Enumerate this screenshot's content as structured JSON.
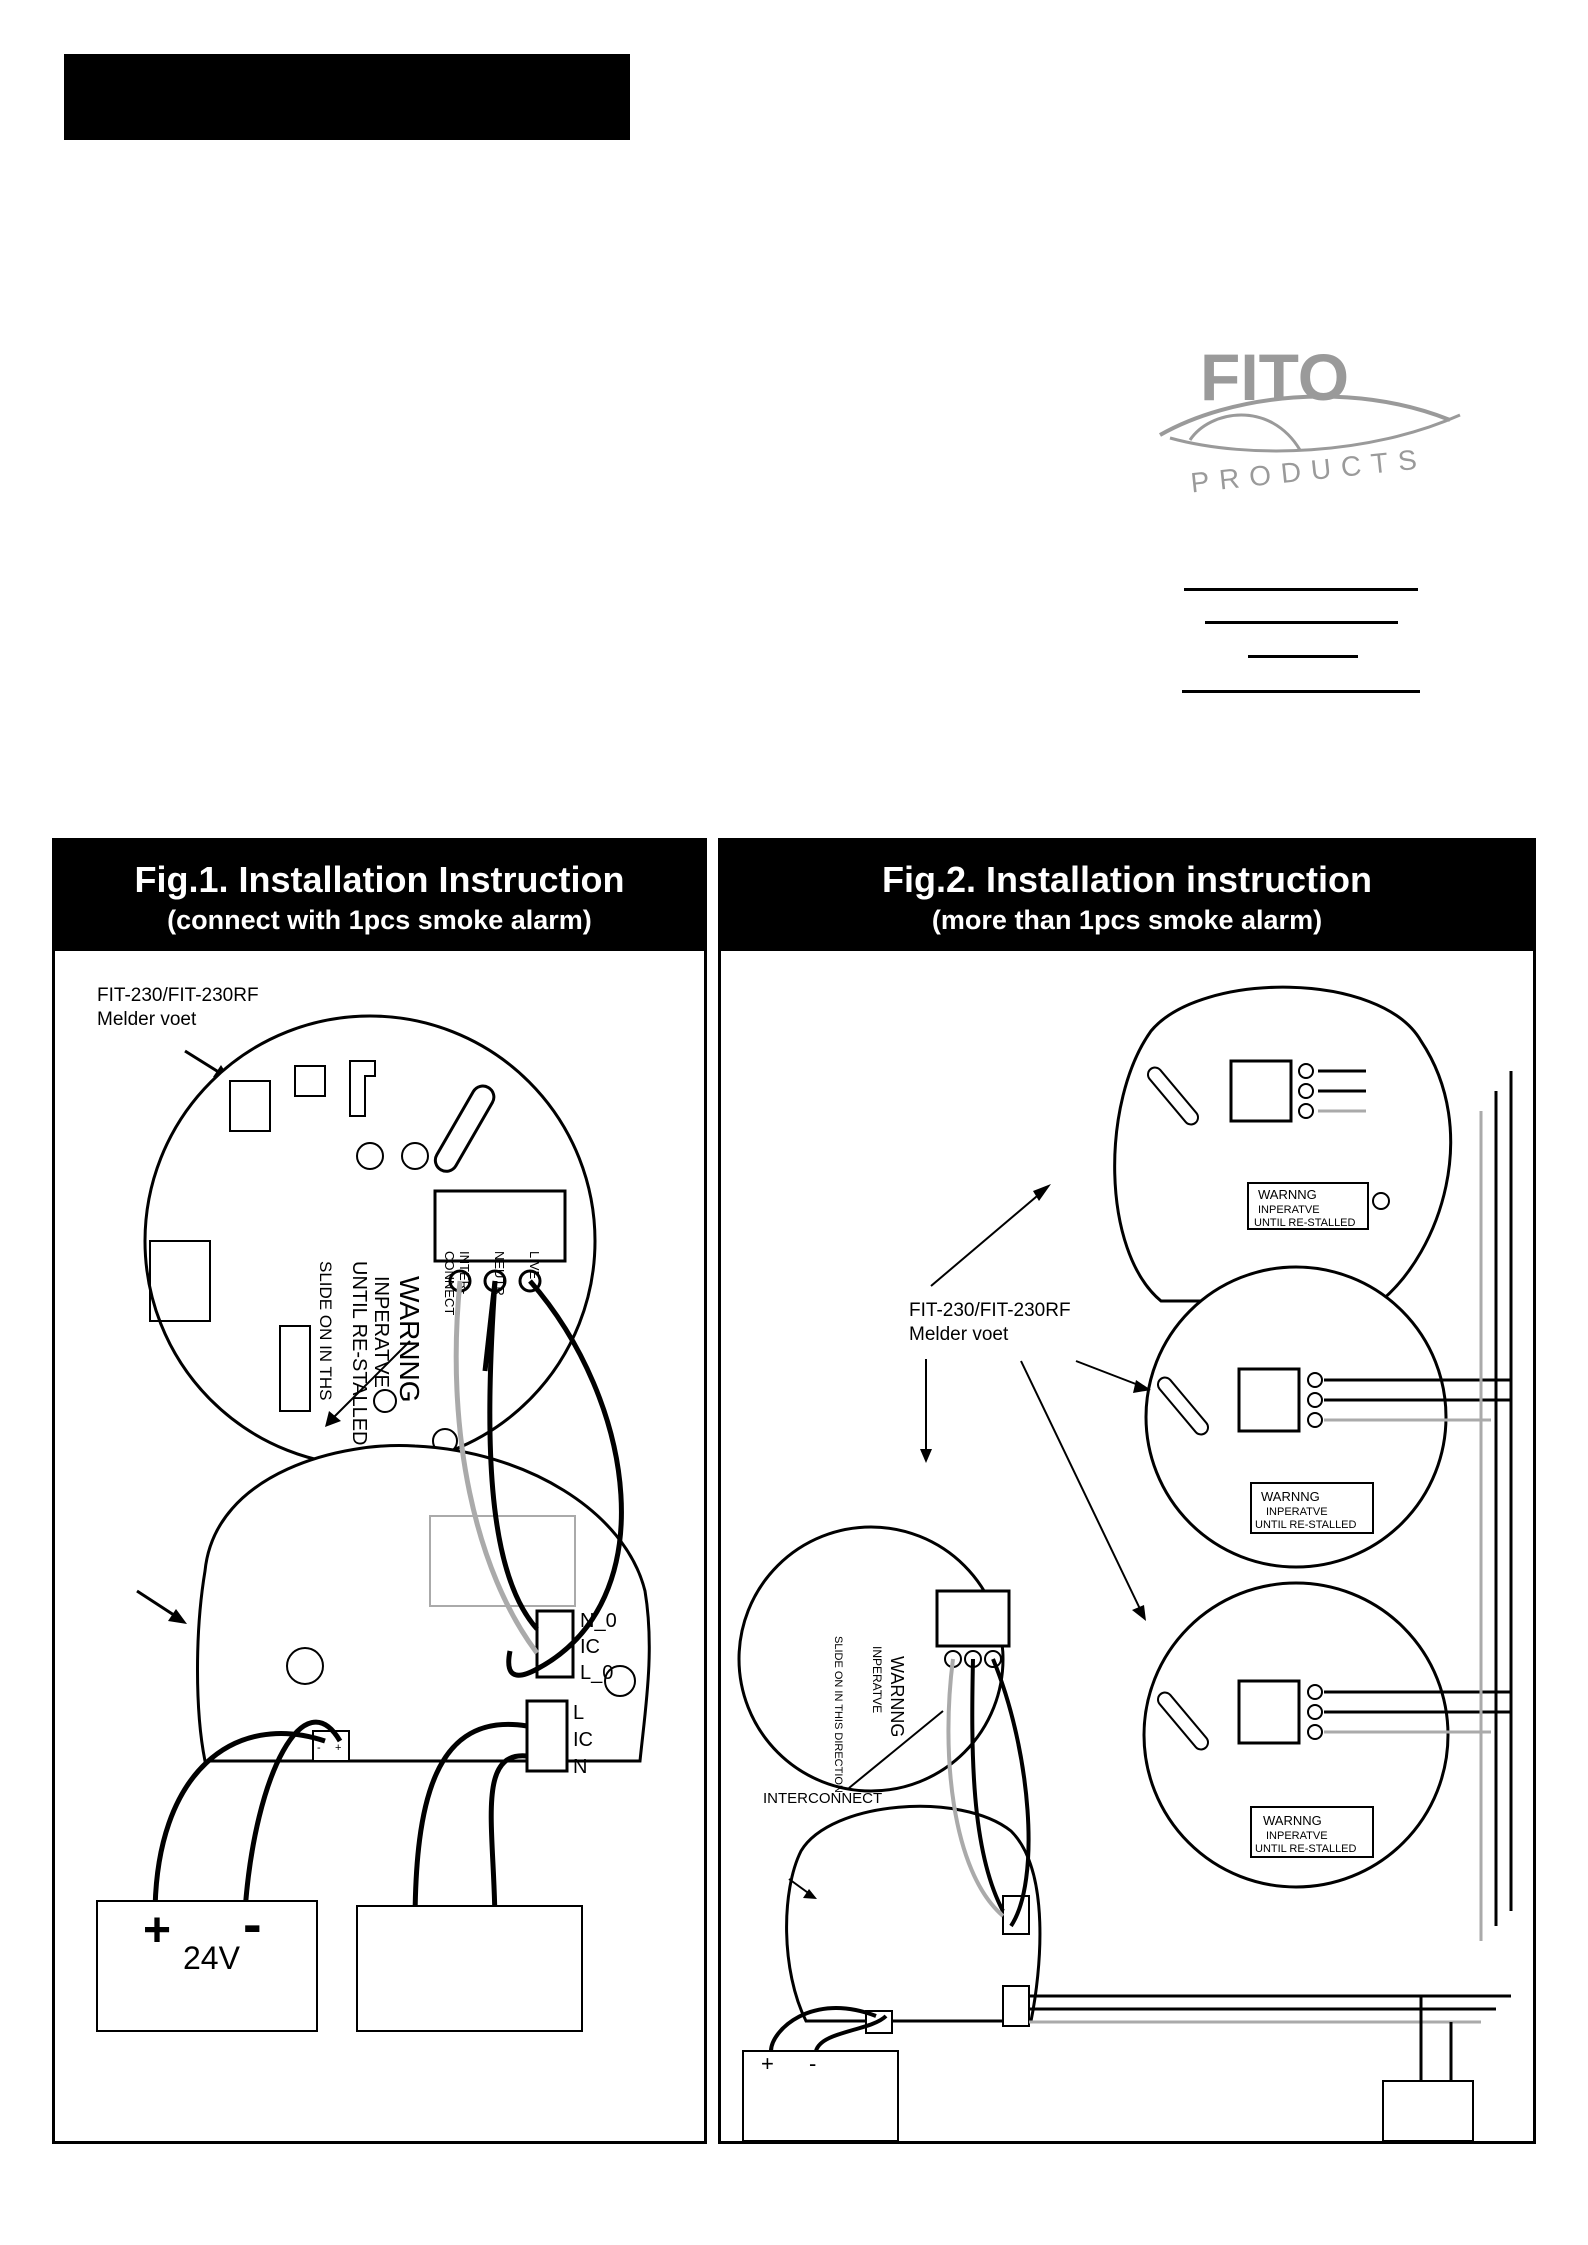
{
  "header": {
    "bar_color": "#000000"
  },
  "logo": {
    "brand": "FITO",
    "sub": "PRODUCTS"
  },
  "fig1": {
    "title": "Fig.1. Installation Instruction",
    "subtitle": "(connect with 1pcs smoke alarm)",
    "base_label_1": "FIT-230/FIT-230RF",
    "base_label_2": "Melder voet",
    "warning": "WARNNG",
    "inoperative": "INPERATVE",
    "until": "UNTIL RE-STALLED",
    "slide": "SLIDE ON IN THS",
    "terminal_neutral": "NEUTR",
    "terminal_inter": "INTER-",
    "terminal_connect": "CONNECT",
    "terminal_live": "LIVE",
    "relay_n0": "N_0",
    "relay_ic": "IC",
    "relay_l0": "L_0",
    "mains_l": "L",
    "mains_ic": "IC",
    "mains_n": "N",
    "plus": "+",
    "minus": "-",
    "volt_label": "24V",
    "small_minus": "-",
    "small_plus": "+"
  },
  "fig2": {
    "title": "Fig.2. Installation instruction",
    "subtitle": "(more than 1pcs smoke alarm)",
    "base_label_1": "FIT-230/FIT-230RF",
    "base_label_2": "Melder voet",
    "warning": "WARNNG",
    "inoperative": "INPERATVE",
    "until": "UNTIL RE-STALLED",
    "slide": "SLIDE ON IN THIS DIRECTION",
    "interconnect": "INTERCONNECT",
    "plus": "+",
    "minus": "-"
  }
}
